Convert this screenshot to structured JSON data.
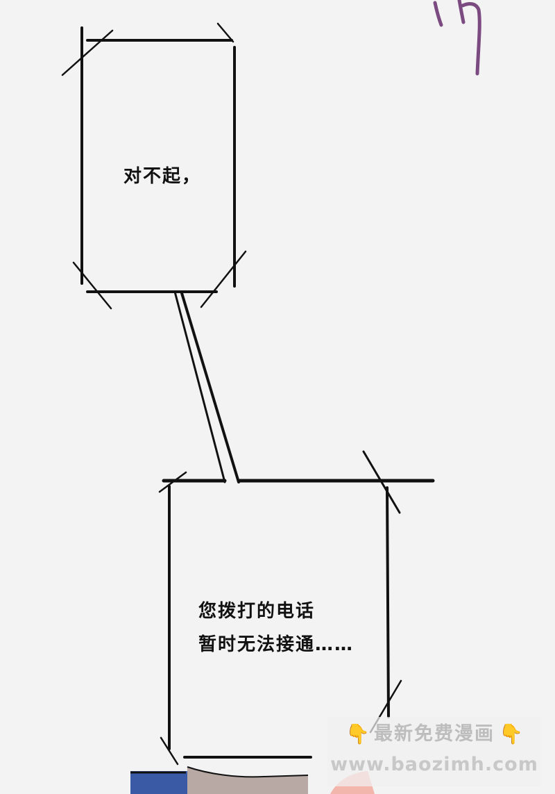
{
  "panel": {
    "background_color": "#f3f3f3",
    "line_color": "#111111",
    "handwriting_color": "#7a4a80"
  },
  "bubbles": [
    {
      "lines": [
        "对不起，"
      ]
    },
    {
      "lines": [
        "您拨打的电话",
        "暂时无法接通……"
      ]
    }
  ],
  "watermark": {
    "left_icon": "pointing-down-icon",
    "right_icon": "pointing-down-icon",
    "icon_glyph": "👇",
    "title": "最新免费漫画",
    "url": "www.baozimh.com"
  }
}
